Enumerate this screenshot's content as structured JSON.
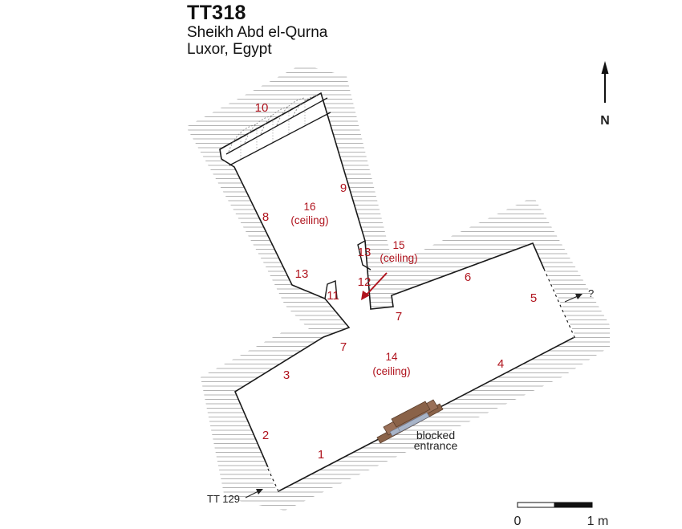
{
  "header": {
    "title": "TT318",
    "site": "Sheikh Abd el-Qurna",
    "location": "Luxor, Egypt"
  },
  "north_label": "N",
  "wall_labels": {
    "w1": "1",
    "w2": "2",
    "w3": "3",
    "w4": "4",
    "w5": "5",
    "w6": "6",
    "w7a": "7",
    "w7b": "7",
    "w8": "8",
    "w9": "9",
    "w10": "10",
    "w11": "11",
    "w12": "12",
    "w13a": "13",
    "w13b": "13"
  },
  "room_labels": {
    "r14_num": "14",
    "r14_note": "(ceiling)",
    "r15_num": "15",
    "r15_note": "(ceiling)",
    "r16_num": "16",
    "r16_note": "(ceiling)"
  },
  "entrance": {
    "line1": "blocked",
    "line2": "entrance"
  },
  "pointers": {
    "unknown": "?",
    "neighbour": "TT 129"
  },
  "scale_bar": {
    "start": "0",
    "end": "1 m"
  },
  "colors": {
    "label_red": "#b0141e",
    "outline": "#1a1a1a",
    "hatch": "#9a9a9a",
    "brick": "#8a6248",
    "brick_light": "#a8b4c8"
  }
}
